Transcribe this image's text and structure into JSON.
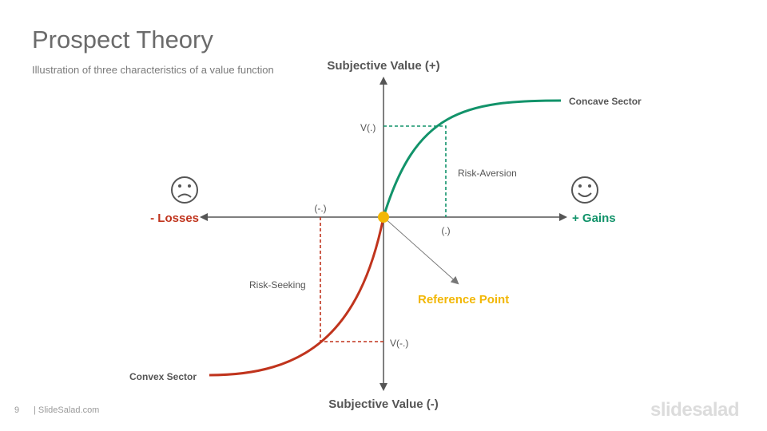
{
  "slide": {
    "title": "Prospect Theory",
    "subtitle": "Illustration of three characteristics  of a value function",
    "page_number": "9",
    "footer": "| SlideSalad.com",
    "brand": "slidesalad"
  },
  "diagram": {
    "y_axis_top": "Subjective Value (+)",
    "y_axis_bottom": "Subjective Value (-)",
    "x_axis_left": "- Losses",
    "x_axis_right": "+ Gains",
    "concave_label": "Concave Sector",
    "convex_label": "Convex Sector",
    "risk_aversion": "Risk-Aversion",
    "risk_seeking": "Risk-Seeking",
    "v_plus": "V(.)",
    "v_minus": "V(-.)",
    "x_plus": "(.)",
    "x_minus": "(-.)",
    "reference_point": "Reference Point",
    "sad_icon": "sad-face-icon",
    "happy_icon": "happy-face-icon"
  },
  "colors": {
    "gain": "#12936a",
    "loss": "#c0341d",
    "reference": "#f2b705",
    "axis": "#555555"
  }
}
